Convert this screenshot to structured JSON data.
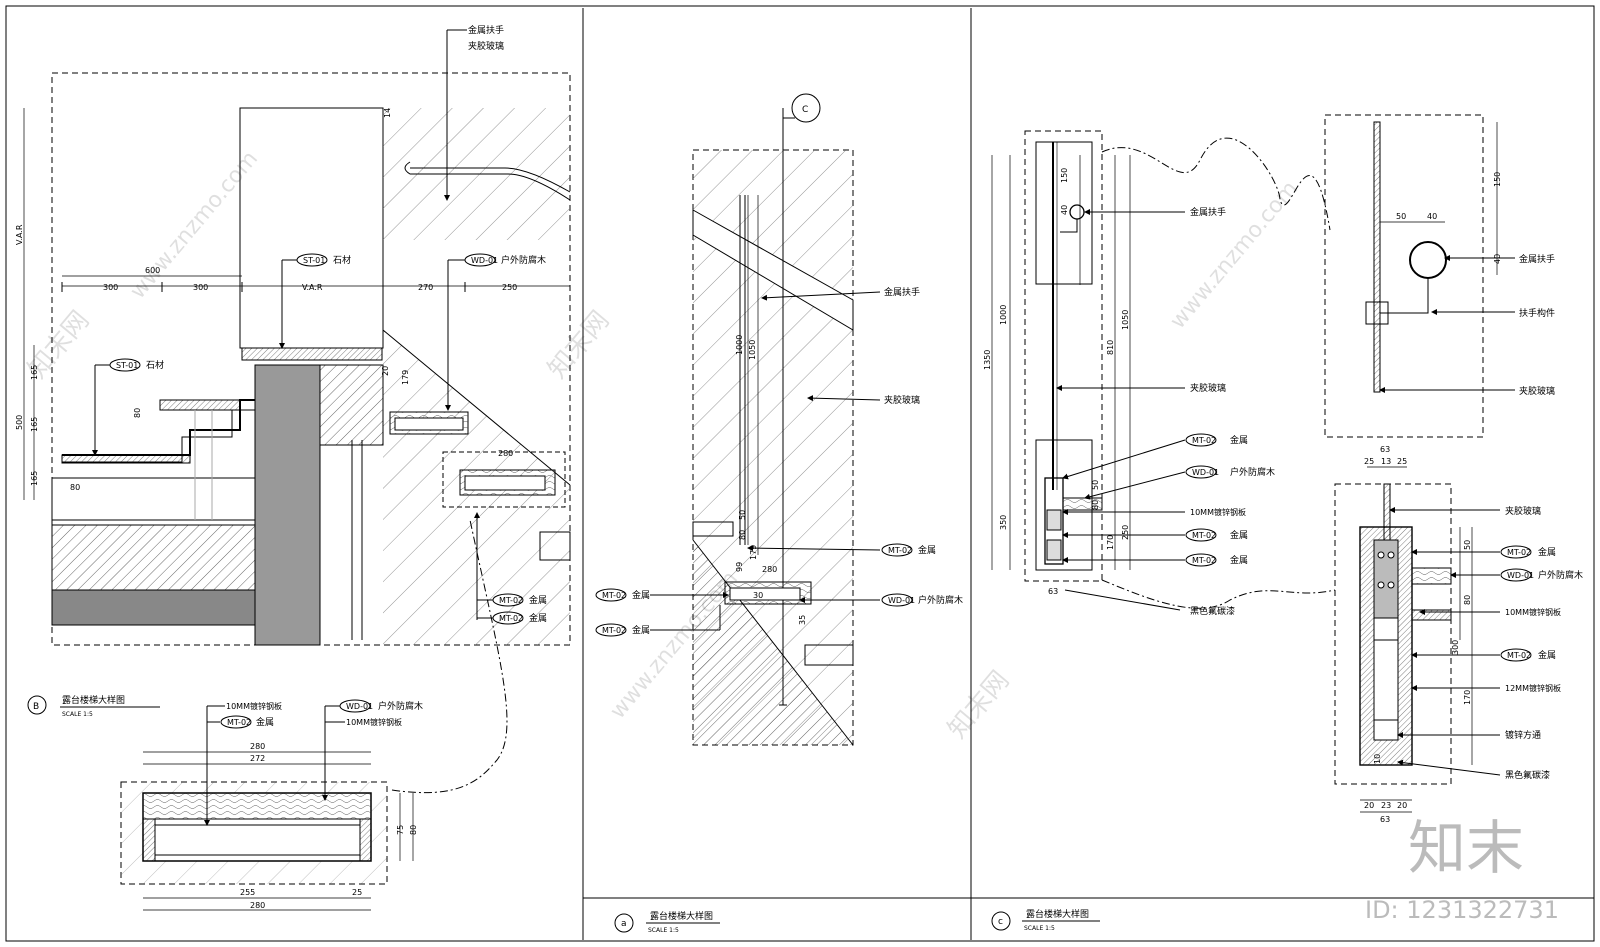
{
  "panel_b": {
    "title": "露台楼梯大样图",
    "scale": "SCALE 1:5",
    "marker": "B",
    "dims": {
      "d600": "600",
      "d300a": "300",
      "d300b": "300",
      "dvar_h": "V.A.R",
      "d270": "270",
      "d250": "250",
      "dvar_v": "V.A.R",
      "d500": "500",
      "d165a": "165",
      "d165b": "165",
      "d165c": "165",
      "d80a": "80",
      "d80b": "80",
      "d179": "179",
      "d20": "20",
      "d280": "280",
      "d14": "14"
    },
    "labels": {
      "handrail": "金属扶手",
      "glass": "夹胶玻璃",
      "st01_tag": "ST-01",
      "st01_text": "石材",
      "st01b_tag": "ST-01",
      "st01b_text": "石材",
      "wd01_tag": "WD-01",
      "wd01_text": "户外防腐木",
      "mt02a_tag": "MT-02",
      "mt02a_text": "金属",
      "mt02b_tag": "MT-02",
      "mt02b_text": "金属"
    }
  },
  "panel_b_detail": {
    "steel1": "10MM镀锌钢板",
    "mt02_tag": "MT-02",
    "mt02_text": "金属",
    "wd01_tag": "WD-01",
    "wd01_text": "户外防腐木",
    "steel2": "10MM镀锌钢板",
    "d280": "280",
    "d272": "272",
    "d255": "255",
    "d25": "25",
    "d280b": "280",
    "d75": "75",
    "d80": "80"
  },
  "panel_a": {
    "title": "露台楼梯大样图",
    "scale": "SCALE 1:5",
    "marker": "a",
    "section": "C",
    "labels": {
      "handrail": "金属扶手",
      "glass": "夹胶玻璃",
      "mt02_tag": "MT-02",
      "mt02_text": "金属",
      "wd01_tag": "WD-01",
      "wd01_text": "户外防腐木",
      "mt02b_tag": "MT-02",
      "mt02b_text": "金属",
      "mt02c_tag": "MT-02",
      "mt02c_text": "金属"
    },
    "dims": {
      "d1000": "1000",
      "d1050": "1050",
      "d50": "50",
      "d99": "99",
      "d80": "80",
      "d179": "179",
      "d280": "280",
      "d30": "30",
      "d35": "35"
    }
  },
  "panel_c": {
    "title": "露台楼梯大样图",
    "scale": "SCALE 1:5",
    "marker": "c",
    "labels": {
      "handrail": "金属扶手",
      "glass": "夹胶玻璃",
      "mt02a_tag": "MT-02",
      "mt02a_text": "金属",
      "wd01_tag": "WD-01",
      "wd01_text": "户外防腐木",
      "steel10": "10MM镀锌钢板",
      "mt02b_tag": "MT-02",
      "mt02b_text": "金属",
      "mt02c_tag": "MT-02",
      "mt02c_text": "金属",
      "black": "黑色氟碳漆"
    },
    "dims": {
      "d150": "150",
      "d40": "40",
      "d1000": "1000",
      "d1350": "1350",
      "d810": "810",
      "d1050": "1050",
      "d50": "50",
      "d80": "80",
      "d350": "350",
      "d170": "170",
      "d250": "250",
      "d63": "63"
    }
  },
  "panel_c_detail_top": {
    "handrail": "金属扶手",
    "bracket": "扶手构件",
    "glass": "夹胶玻璃",
    "d50": "50",
    "d40": "40",
    "d150": "150",
    "d40b": "40"
  },
  "panel_c_detail_bottom": {
    "glass": "夹胶玻璃",
    "mt02a_tag": "MT-02",
    "mt02a_text": "金属",
    "wd01_tag": "WD-01",
    "wd01_text": "户外防腐木",
    "steel10": "10MM镀锌钢板",
    "mt02b_tag": "MT-02",
    "mt02b_text": "金属",
    "steel12": "12MM镀锌钢板",
    "tube": "镀锌方通",
    "black": "黑色氟碳漆",
    "d63top": "63",
    "d25a": "25",
    "d13": "13",
    "d25b": "25",
    "d50": "50",
    "d80": "80",
    "d300": "300",
    "d170": "170",
    "d10": "10",
    "d20a": "20",
    "d23": "23",
    "d20b": "20",
    "d63bot": "63"
  },
  "watermark": {
    "logo": "知末",
    "id": "ID: 1231322731",
    "site": "www.znzmo.com",
    "cn": "知末网"
  }
}
